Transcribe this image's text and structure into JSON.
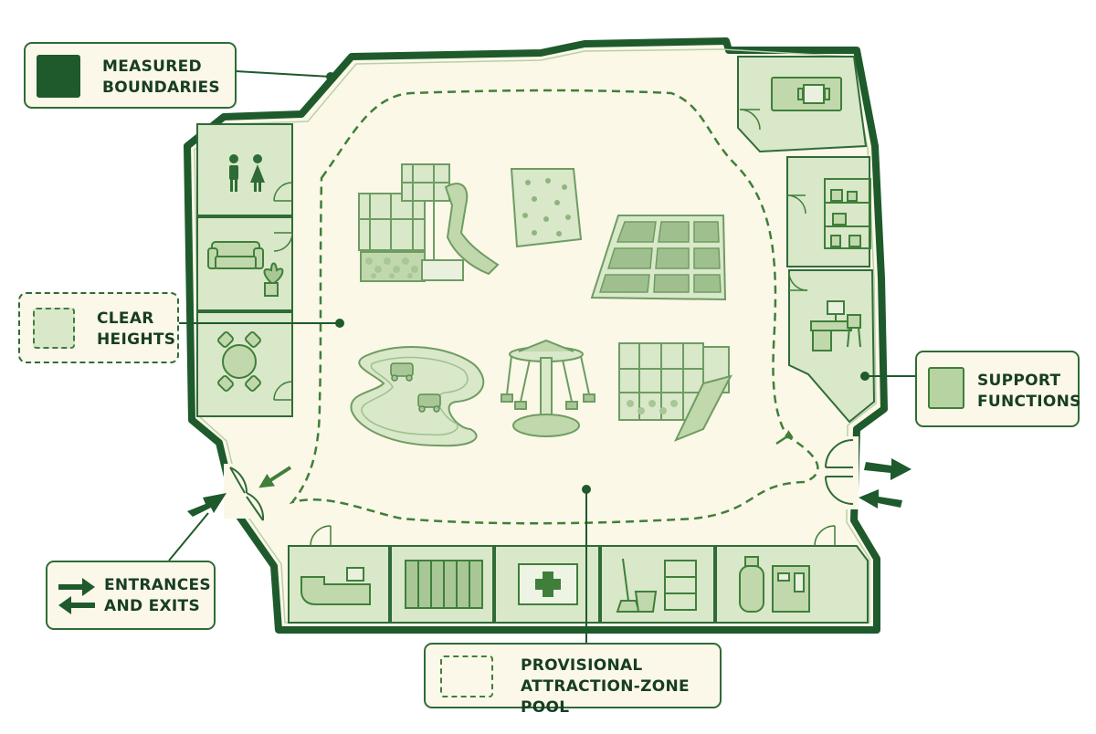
{
  "legend": {
    "measured_boundaries": {
      "line1": "MEASURED",
      "line2": "BOUNDARIES",
      "icon": "solid-dark-green-square"
    },
    "clear_heights": {
      "line1": "CLEAR",
      "line2": "HEIGHTS",
      "icon": "dashed-light-green-square"
    },
    "support_functions": {
      "line1": "SUPPORT",
      "line2": "FUNCTIONS",
      "icon": "light-green-square"
    },
    "entrances_exits": {
      "line1": "ENTRANCES",
      "line2": "AND EXITS",
      "icon": "double-arrow-icon"
    },
    "attraction_zone_pool": {
      "line1": "PROVISIONAL",
      "line2": "ATTRACTION-ZONE POOL",
      "icon": "dashed-outline-square"
    }
  },
  "colors": {
    "wall": "#1e5a2c",
    "floor": "#fbf8e7",
    "room_fill": "#d8e8c8",
    "zone_dash": "#3f7f3a",
    "legend_text": "#173d22"
  },
  "rooms": {
    "left": [
      "restroom-icon",
      "lounge-sofa-icon",
      "meeting-table-icon"
    ],
    "right": [
      "reception-desk-icon",
      "storage-shelf-icon",
      "office-desk-icon"
    ],
    "bottom": [
      "ticket-counter-icon",
      "lockers-icon",
      "first-aid-icon",
      "janitor-closet-icon",
      "mechanical-room-icon"
    ]
  },
  "attractions": [
    "play-structure-with-slide-icon",
    "climbing-wall-icon",
    "trampoline-grid-icon",
    "go-kart-track-icon",
    "swing-carousel-icon",
    "soft-play-structure-icon"
  ]
}
